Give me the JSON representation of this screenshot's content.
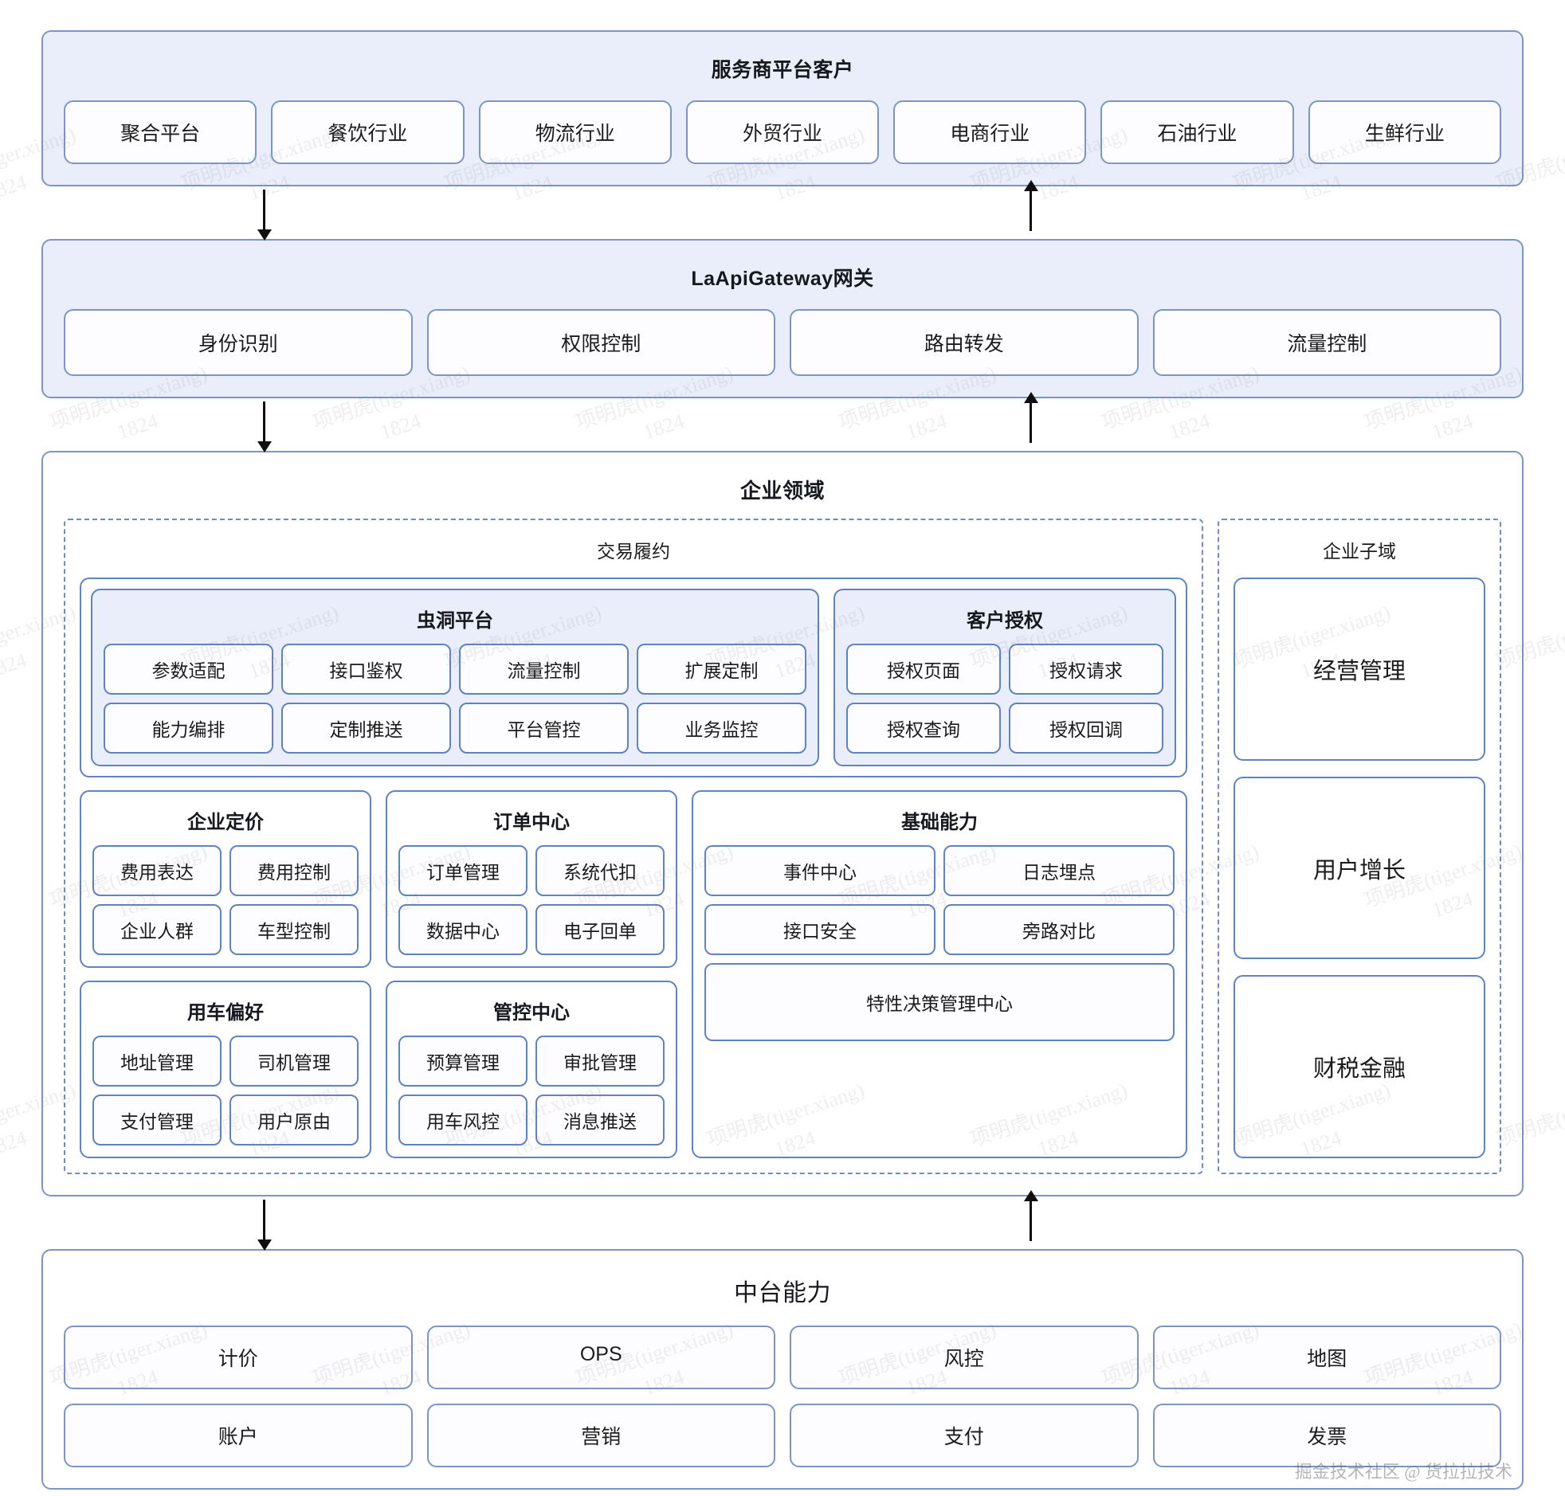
{
  "watermark": {
    "name": "项明虎(tiger.xiang)",
    "id": "1824",
    "credit": "掘金技术社区 @ 货拉拉技术"
  },
  "customers": {
    "title": "服务商平台客户",
    "items": [
      "聚合平台",
      "餐饮行业",
      "物流行业",
      "外贸行业",
      "电商行业",
      "石油行业",
      "生鲜行业"
    ]
  },
  "gateway": {
    "title": "LaApiGateway网关",
    "items": [
      "身份识别",
      "权限控制",
      "路由转发",
      "流量控制"
    ]
  },
  "enterprise_domain": {
    "title": "企业领域",
    "trade_fulfillment": {
      "title": "交易履约",
      "wormhole": {
        "title": "虫洞平台",
        "items": [
          "参数适配",
          "接口鉴权",
          "流量控制",
          "扩展定制",
          "能力编排",
          "定制推送",
          "平台管控",
          "业务监控"
        ]
      },
      "customer_auth": {
        "title": "客户授权",
        "items": [
          "授权页面",
          "授权请求",
          "授权查询",
          "授权回调"
        ]
      },
      "enterprise_pricing": {
        "title": "企业定价",
        "items": [
          "费用表达",
          "费用控制",
          "企业人群",
          "车型控制"
        ]
      },
      "order_center": {
        "title": "订单中心",
        "items": [
          "订单管理",
          "系统代扣",
          "数据中心",
          "电子回单"
        ]
      },
      "car_preference": {
        "title": "用车偏好",
        "items": [
          "地址管理",
          "司机管理",
          "支付管理",
          "用户原由"
        ]
      },
      "control_center": {
        "title": "管控中心",
        "items": [
          "预算管理",
          "审批管理",
          "用车风控",
          "消息推送"
        ]
      },
      "basic_capability": {
        "title": "基础能力",
        "items": [
          "事件中心",
          "日志埋点",
          "接口安全",
          "旁路对比"
        ],
        "wide_item": "特性决策管理中心"
      }
    },
    "sub_domain": {
      "title": "企业子域",
      "items": [
        "经营管理",
        "用户增长",
        "财税金融"
      ]
    }
  },
  "mid_platform": {
    "title": "中台能力",
    "row1": [
      "计价",
      "OPS",
      "风控",
      "地图"
    ],
    "row2": [
      "账户",
      "营销",
      "支付",
      "发票"
    ]
  },
  "colors": {
    "border": "#7b95c9",
    "band_fill": "#e9eefa",
    "card_border": "#5f82c2",
    "arrow": "#0f0f0f",
    "dashed": "#6f8bc4"
  }
}
